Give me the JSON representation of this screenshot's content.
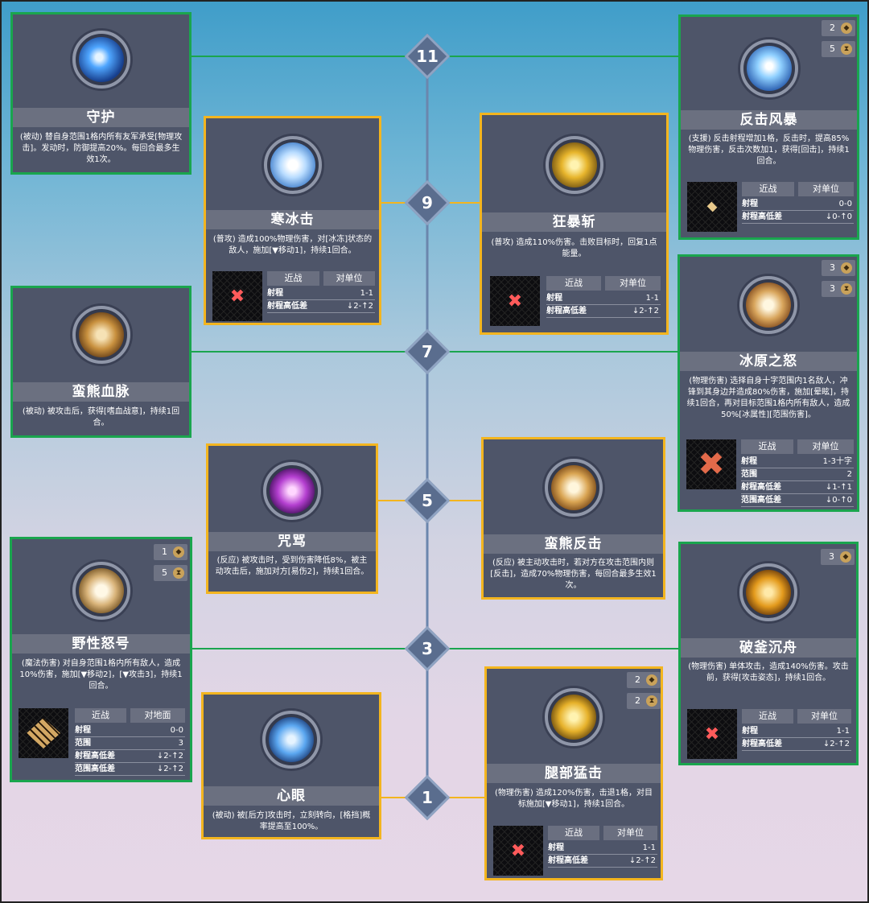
{
  "colors": {
    "green_border": "#1aa54e",
    "gold_border": "#f3b51f",
    "card_bg": "#4e5569",
    "highlight_red": "#ff3b3b",
    "highlight_orange": "#f3a21f"
  },
  "nodes": [
    "11",
    "9",
    "7",
    "5",
    "3",
    "1"
  ],
  "cards": {
    "shouhu": {
      "title": "守护",
      "desc": "(被动) 替自身范围1格内所有友军承受[物理攻击]。发动时，防御提高20%。每回合最多生效1次。"
    },
    "fanjifengbao": {
      "title": "反击风暴",
      "desc": "(支援) 反击射程增加1格，反击时，提高85%物理伤害，反击次数加1，获得[回击]，持续1回合。",
      "badges": [
        "2",
        "5"
      ],
      "tabs": [
        "近战",
        "对单位"
      ],
      "rows": [
        {
          "k": "射程",
          "v": "0-0"
        },
        {
          "k": "射程高低差",
          "v": "↓0-↑0"
        }
      ]
    },
    "hanbingji": {
      "title": "寒冰击",
      "desc": "(普攻) 造成100%物理伤害，对[冰冻]状态的敌人，施加[▼移动1]，持续1回合。",
      "tabs": [
        "近战",
        "对单位"
      ],
      "rows": [
        {
          "k": "射程",
          "v": "1-1"
        },
        {
          "k": "射程高低差",
          "v": "↓2-↑2"
        }
      ]
    },
    "kuangbaozhan": {
      "title": "狂暴斩",
      "desc": "(普攻) 造成110%伤害。击败目标时，回复1点能量。",
      "tabs": [
        "近战",
        "对单位"
      ],
      "rows": [
        {
          "k": "射程",
          "v": "1-1"
        },
        {
          "k": "射程高低差",
          "v": "↓2-↑2"
        }
      ]
    },
    "manxiongxuemai": {
      "title": "蛮熊血脉",
      "desc": "(被动) 被攻击后，获得[嗜血战意]，持续1回合。"
    },
    "bingyuanzhinu": {
      "title": "冰原之怒",
      "desc": "(物理伤害) 选择自身十字范围内1名敌人，冲锋到其身边并造成80%伤害，施加[晕眩]，持续1回合，再对目标范围1格内所有敌人，造成50%[冰属性][范围伤害]。",
      "badges": [
        "3",
        "3"
      ],
      "tabs": [
        "近战",
        "对单位"
      ],
      "rows": [
        {
          "k": "射程",
          "v": "1-3十字"
        },
        {
          "k": "范围",
          "v": "2"
        },
        {
          "k": "射程高低差",
          "v": "↓1-↑1"
        },
        {
          "k": "范围高低差",
          "v": "↓0-↑0"
        }
      ]
    },
    "zhouma": {
      "title": "咒骂",
      "desc": "(反应) 被攻击时，受到伤害降低8%，被主动攻击后，施加对方[易伤2]，持续1回合。"
    },
    "manxiongfanji": {
      "title": "蛮熊反击",
      "desc": "(反应) 被主动攻击时，若对方在攻击范围内则[反击]，造成70%物理伤害，每回合最多生效1次。"
    },
    "yexingnuhao": {
      "title": "野性怒号",
      "desc": "(魔法伤害) 对自身范围1格内所有敌人，造成10%伤害，施加[▼移动2]，[▼攻击3]，持续1回合。",
      "badges": [
        "1",
        "5"
      ],
      "tabs": [
        "近战",
        "对地面"
      ],
      "rows": [
        {
          "k": "射程",
          "v": "0-0"
        },
        {
          "k": "范围",
          "v": "3"
        },
        {
          "k": "射程高低差",
          "v": "↓2-↑2"
        },
        {
          "k": "范围高低差",
          "v": "↓2-↑2"
        }
      ]
    },
    "pofuchenzhou": {
      "title": "破釜沉舟",
      "desc": "(物理伤害) 单体攻击，造成140%伤害。攻击前，获得[攻击姿态]，持续1回合。",
      "badges": [
        "3"
      ],
      "tabs": [
        "近战",
        "对单位"
      ],
      "rows": [
        {
          "k": "射程",
          "v": "1-1"
        },
        {
          "k": "射程高低差",
          "v": "↓2-↑2"
        }
      ]
    },
    "xinyan": {
      "title": "心眼",
      "desc": "(被动) 被[后方]攻击时，立刻转向，[格挡]概率提高至100%。"
    },
    "tuibumengji": {
      "title": "腿部猛击",
      "desc": "(物理伤害) 造成120%伤害，击退1格，对目标施加[▼移动1]，持续1回合。",
      "badges": [
        "2",
        "2"
      ],
      "tabs": [
        "近战",
        "对单位"
      ],
      "rows": [
        {
          "k": "射程",
          "v": "1-1"
        },
        {
          "k": "射程高低差",
          "v": "↓2-↑2"
        }
      ]
    }
  }
}
